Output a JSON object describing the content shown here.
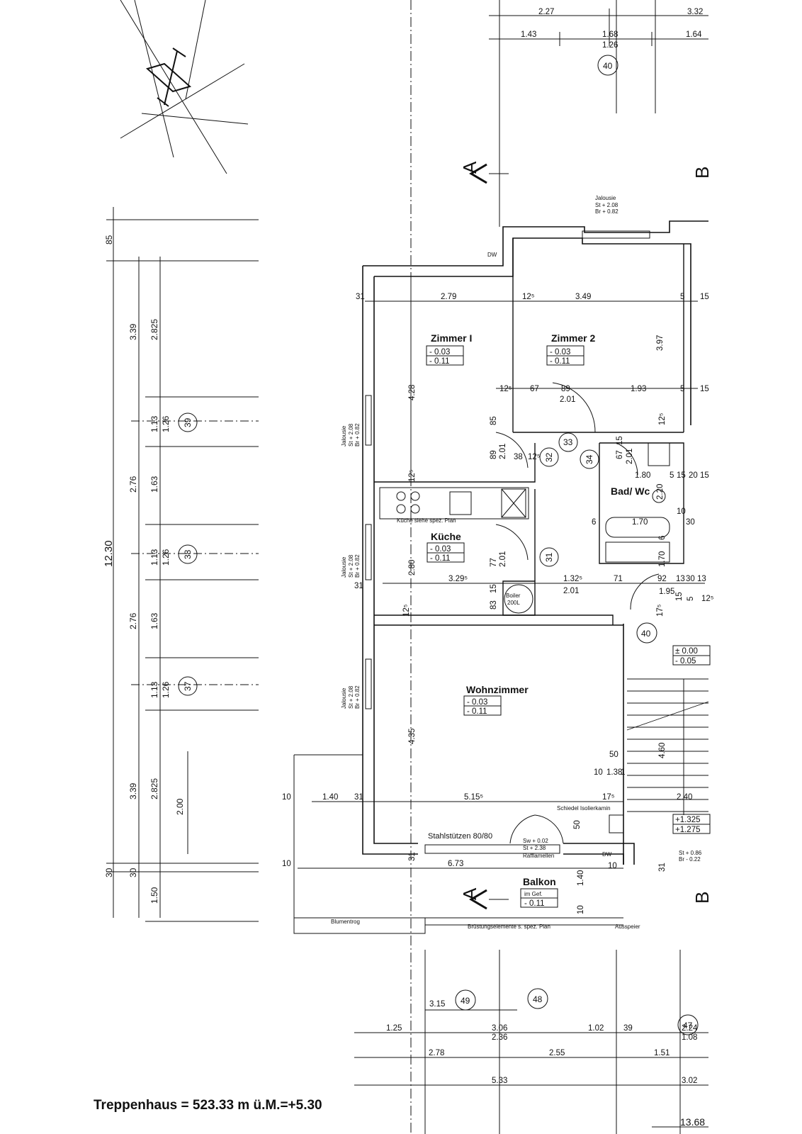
{
  "rooms": {
    "zimmer1": {
      "name": "Zimmer I",
      "level_top": "- 0.03",
      "level_bottom": "- 0.11"
    },
    "zimmer2": {
      "name": "Zimmer 2",
      "level_top": "- 0.03",
      "level_bottom": "- 0.11"
    },
    "kueche": {
      "name": "Küche",
      "level_top": "- 0.03",
      "level_bottom": "- 0.11",
      "note": "Küche siehe spez. Plan"
    },
    "bad": {
      "name": "Bad/ Wc"
    },
    "wohnzimmer": {
      "name": "Wohnzimmer",
      "level_top": "- 0.03",
      "level_bottom": "- 0.11"
    },
    "balkon": {
      "name": "Balkon",
      "sub": "im Gef.",
      "level": "- 0.11"
    },
    "stair_levels": {
      "entry_top": "± 0.00",
      "entry_bottom": "- 0.05",
      "landing_top": "+1.325",
      "landing_bottom": "+1.275"
    }
  },
  "axes": [
    "40",
    "39",
    "38",
    "37",
    "33",
    "32",
    "34",
    "31",
    "40",
    "49",
    "48",
    "47"
  ],
  "section_marks": {
    "a_top": "A",
    "a_bottom": "A",
    "b_top": "B",
    "b_bottom": "B"
  },
  "annotations": {
    "jalousie": "Jalousie",
    "jal_st": "St + 2.08",
    "jal_br": "Br + 0.82",
    "dw": "DW",
    "boiler_1": "Boiler",
    "boiler_2": "200L",
    "stahlstuetzen": "Stahlstützen 80/80",
    "schiedel": "Schiedel Isolierkamin",
    "sw": "Sw + 0.02",
    "st238": "St + 2.38",
    "raff": "Rafflamellen",
    "blumentrog": "Blumentrog",
    "bruestung": "Brüstungselemente s. spez. Plan",
    "ausspeier": "Ausspeier",
    "st086": "St + 0.86",
    "br022": "Br - 0.22"
  },
  "dims_top": [
    "2.27",
    "3.32",
    "1.43",
    "1.68",
    "1.26",
    "1.64"
  ],
  "dims_left": [
    "85",
    "3.39",
    "2.825",
    "1.13",
    "1.26",
    "2.76",
    "1.63",
    "1.13",
    "1.26",
    "12.30",
    "2.76",
    "1.63",
    "1.13",
    "1.26",
    "3.39",
    "2.825",
    "2.00",
    "30",
    "30",
    "1.50"
  ],
  "dims_inner": [
    "31",
    "2.79",
    "12⁵",
    "3.49",
    "5",
    "15",
    "3.97",
    "4.28",
    "12⁵",
    "67",
    "89",
    "1.93",
    "5",
    "15",
    "2.01",
    "12⁵",
    "85",
    "89",
    "2.01",
    "38",
    "12⁵",
    "67",
    "15",
    "2.01",
    "1.80",
    "5",
    "15",
    "20",
    "15",
    "2.20",
    "12⁵",
    "6",
    "1.70",
    "10",
    "30",
    "6",
    "2.80",
    "3.29⁵",
    "77",
    "2.01",
    "1.70",
    "31",
    "83",
    "15",
    "1.32⁵",
    "71",
    "92",
    "13",
    "30",
    "13",
    "2.01",
    "1.95",
    "15",
    "5",
    "12⁵",
    "12⁵",
    "17⁵",
    "4.35",
    "5.15⁵",
    "4.60",
    "50",
    "10",
    "1.38",
    "1",
    "17⁵",
    "2.40",
    "50",
    "10",
    "1.40",
    "31",
    "10",
    "6.73",
    "31",
    "1.40",
    "10",
    "10",
    "31"
  ],
  "dims_bottom": [
    "3.15",
    "1.25",
    "3.06",
    "2.36",
    "1.02",
    "39",
    "2.24",
    "1.08",
    "2.78",
    "2.55",
    "1.51",
    "5.33",
    "3.02",
    "13.68"
  ],
  "footer": "Treppenhaus  = 523.33 m ü.M.=+5.30"
}
